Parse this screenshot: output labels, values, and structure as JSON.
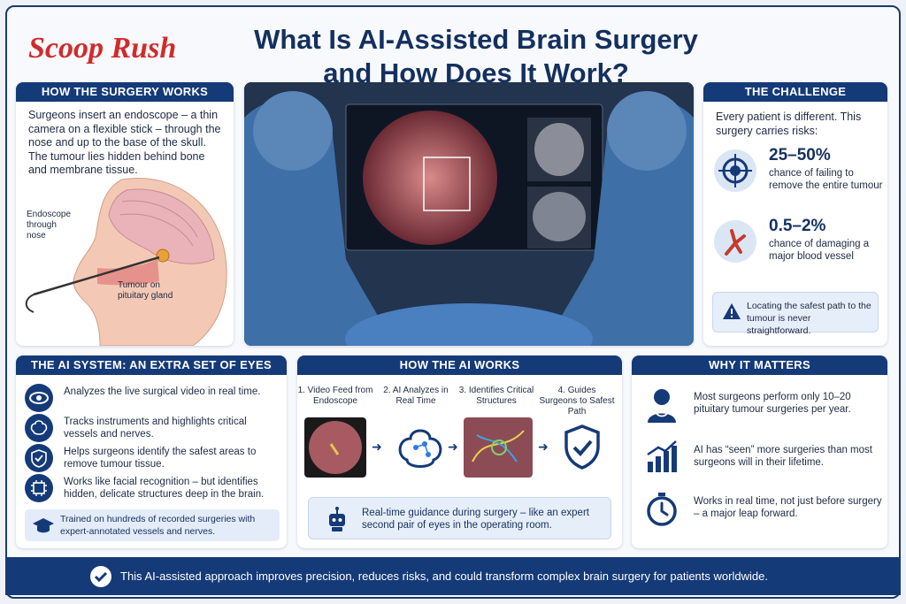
{
  "brand": "Scoop Rush",
  "title_line1": "What Is AI-Assisted Brain Surgery",
  "title_line2": "and How Does It Work?",
  "how_surgery": {
    "heading": "HOW THE SURGERY WORKS",
    "body": "Surgeons insert an endoscope – a thin camera on a flexible stick – through the nose and up to the base of the skull. The tumour lies hidden behind bone and membrane tissue.",
    "label_endoscope": [
      "Endoscope",
      "through",
      "nose"
    ],
    "label_tumour": [
      "Tumour on",
      "pituitary gland"
    ]
  },
  "challenge": {
    "heading": "THE CHALLENGE",
    "intro": "Every patient is different. This surgery carries risks:",
    "stats": [
      {
        "value": "25–50%",
        "desc": "chance of failing to remove the entire tumour",
        "icon": "target-icon"
      },
      {
        "value": "0.5–2%",
        "desc": "chance of damaging a major blood vessel",
        "icon": "blood-vessel-icon"
      }
    ],
    "warning": "Locating the safest path to the tumour is never straightforward."
  },
  "ai_system": {
    "heading": "THE AI SYSTEM: AN EXTRA SET OF EYES",
    "items": [
      {
        "text": "Analyzes the live surgical video in real time.",
        "icon": "eye-icon"
      },
      {
        "text": "Tracks instruments and highlights critical vessels and nerves.",
        "icon": "brain-icon"
      },
      {
        "text": "Helps surgeons identify the safest areas to remove tumour tissue.",
        "icon": "shield-check-icon"
      },
      {
        "text": "Works like facial recognition – but identifies hidden, delicate structures deep in the brain.",
        "icon": "chip-icon"
      }
    ],
    "trained": "Trained on hundreds of recorded surgeries with expert-annotated vessels and nerves."
  },
  "ai_works": {
    "heading": "HOW THE AI WORKS",
    "steps": [
      {
        "label": "1. Video Feed from Endoscope"
      },
      {
        "label": "2. AI Analyzes in Real Time"
      },
      {
        "label": "3. Identifies Critical Structures"
      },
      {
        "label": "4. Guides Surgeons to Safest Path"
      }
    ],
    "realtime": "Real-time guidance during surgery – like an expert second pair of eyes in the operating room."
  },
  "why": {
    "heading": "WHY IT MATTERS",
    "items": [
      {
        "text": "Most surgeons perform only 10–20 pituitary tumour surgeries per year.",
        "icon": "surgeon-icon"
      },
      {
        "text": "AI has “seen” more surgeries than most surgeons will in their lifetime.",
        "icon": "growth-chart-icon"
      },
      {
        "text": "Works in real time, not just before surgery – a major leap forward.",
        "icon": "stopwatch-icon"
      }
    ]
  },
  "footer": "This AI-assisted approach improves precision, reduces risks, and could transform complex brain surgery for patients worldwide.",
  "colors": {
    "navy": "#153a78",
    "brand_red": "#d22a2a",
    "light_blue": "#e6eef9"
  }
}
